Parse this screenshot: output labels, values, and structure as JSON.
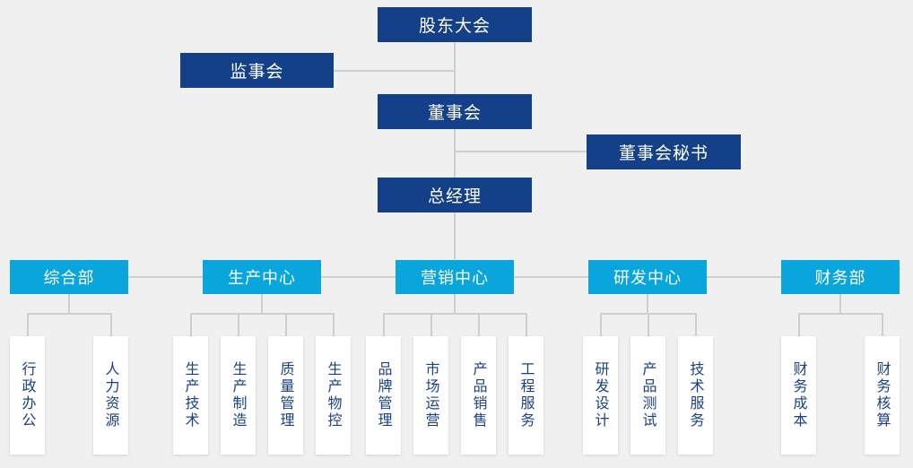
{
  "top": [
    {
      "key": "shareholders",
      "label": "股东大会"
    },
    {
      "key": "supervisors",
      "label": "监事会"
    },
    {
      "key": "board",
      "label": "董事会"
    },
    {
      "key": "secretary",
      "label": "董事会秘书"
    },
    {
      "key": "gm",
      "label": "总经理"
    }
  ],
  "centers": [
    {
      "key": "admin",
      "label": "综合部",
      "children": [
        "行政办公",
        "人力资源"
      ]
    },
    {
      "key": "production",
      "label": "生产中心",
      "children": [
        "生产技术",
        "生产制造",
        "质量管理",
        "生产物控"
      ]
    },
    {
      "key": "marketing",
      "label": "营销中心",
      "children": [
        "品牌管理",
        "市场运营",
        "产品销售",
        "工程服务"
      ]
    },
    {
      "key": "rd",
      "label": "研发中心",
      "children": [
        "研发设计",
        "产品测试",
        "技术服务"
      ]
    },
    {
      "key": "finance",
      "label": "财务部",
      "children": [
        "财务成本",
        "财务核算"
      ]
    }
  ],
  "colors": {
    "dark": "#14408a",
    "light": "#08a6dd",
    "line": "#cfcfcf",
    "leaf_text": "#1b3f87"
  }
}
